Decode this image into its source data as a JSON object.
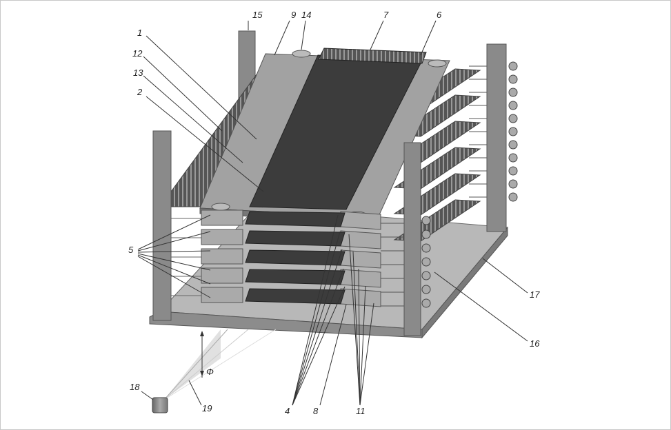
{
  "figure": {
    "labels": {
      "l1": "1",
      "l2": "2",
      "l4": "4",
      "l5": "5",
      "l6": "6",
      "l7": "7",
      "l8": "8",
      "l9": "9",
      "l11": "11",
      "l12": "12",
      "l13": "13",
      "l14": "14",
      "l15": "15",
      "l16": "16",
      "l17": "17",
      "l18": "18",
      "l19": "19",
      "phi": "Φ"
    },
    "colors": {
      "dark_plate": "#3a3a3a",
      "light_plate": "#9a9a9a",
      "post": "#8a8a8a",
      "base": "#b5b5b5"
    }
  }
}
